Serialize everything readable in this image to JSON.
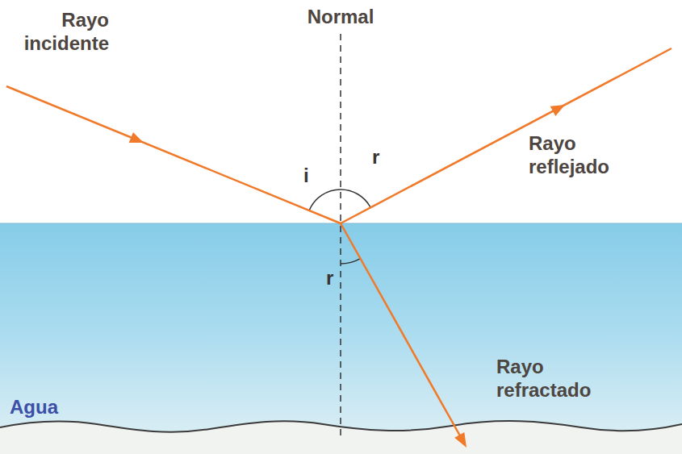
{
  "diagram": {
    "labels": [
      "Rayo incidente",
      "Normal",
      "i",
      "r",
      "Rayo reflejado",
      "r",
      "Rayo refractado",
      "Agua"
    ]
  }
}
